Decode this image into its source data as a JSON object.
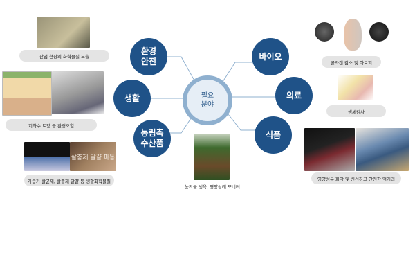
{
  "center": {
    "label": "필요\n분야"
  },
  "fields": [
    {
      "label": "환경\n안전"
    },
    {
      "label": "생활"
    },
    {
      "label": "농림축\n수산품"
    },
    {
      "label": "바이오"
    },
    {
      "label": "의료"
    },
    {
      "label": "식품"
    }
  ],
  "captions": [
    "산업 현장의 화학물질 노출",
    "지하수 토양 등 환경오염",
    "가습기 살균제, 살충제 달걀 등 생활화학물질",
    "농작물 생육, 영양상태 모니터",
    "콜라겐 감소 및 아토피",
    "생체검사",
    "영양성분 파악 및 신선하고 안전한 먹거리"
  ],
  "photo_text": {
    "pesticide_eggs": "살충제 달걀 파동"
  },
  "colors": {
    "node": "#1f5288",
    "center_ring": "#8fb0cf",
    "line": "#8fb0cf",
    "pill": "#e4e4e4"
  }
}
